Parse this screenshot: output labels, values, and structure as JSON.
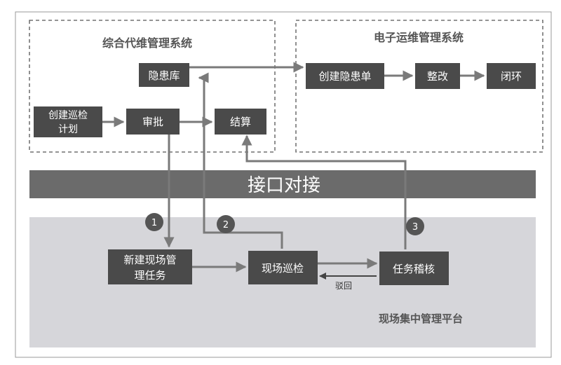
{
  "group_left": {
    "title": "综合代维管理系统"
  },
  "group_right": {
    "title": "电子运维管理系统"
  },
  "platform": {
    "title": "现场集中管理平台"
  },
  "interface_bar": {
    "label": "接口对接"
  },
  "nodes": {
    "hidden_danger_lib": "隐患库",
    "create_patrol_plan_line1": "创建巡检",
    "create_patrol_plan_line2": "计划",
    "approval": "审批",
    "settlement": "结算",
    "create_hidden_danger_ticket": "创建隐患单",
    "rectify": "整改",
    "close_loop": "闭环",
    "new_task_line1": "新建现场管",
    "new_task_line2": "理任务",
    "field_patrol": "现场巡检",
    "task_audit": "任务稽核"
  },
  "edge_labels": {
    "reject": "驳回"
  },
  "badges": [
    "1",
    "2",
    "3"
  ],
  "colors": {
    "node_fill": "#4a4a4a",
    "node_text": "#ffffff",
    "bar_fill": "#6b6b6b",
    "platform_fill": "#d6d6da",
    "arrow": "#7a7a7a",
    "badge_fill": "#555555",
    "dashed_border": "#555555",
    "title_text": "#555555"
  }
}
